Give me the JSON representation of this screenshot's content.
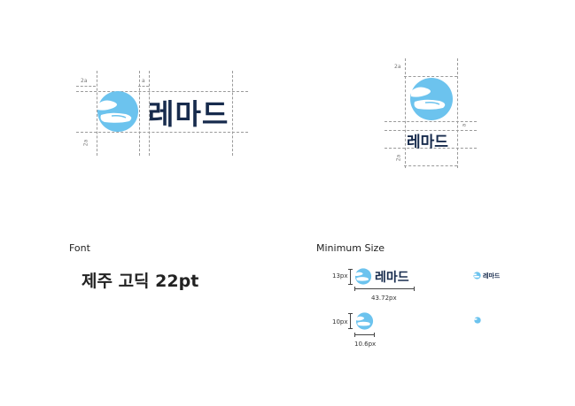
{
  "brand": {
    "wordmark": "레마드",
    "colors": {
      "primary": "#6cc3ee",
      "light": "#b9e4f8",
      "text": "#172b4d"
    }
  },
  "guides": {
    "horizontal_label_2a": "2a",
    "a_label": "a",
    "vertical_label_2a": "2a",
    "vertical_right_2a_top": "2a",
    "vertical_right_a": "a",
    "vertical_right_2a_bottom": "2a"
  },
  "font_section": {
    "heading": "Font",
    "sample": "제주 고딕 22pt"
  },
  "minimum_size": {
    "heading": "Minimum Size",
    "logo_height_label": "13px",
    "logo_width_label": "43.72px",
    "symbol_height_label": "10px",
    "symbol_width_label": "10.6px"
  }
}
